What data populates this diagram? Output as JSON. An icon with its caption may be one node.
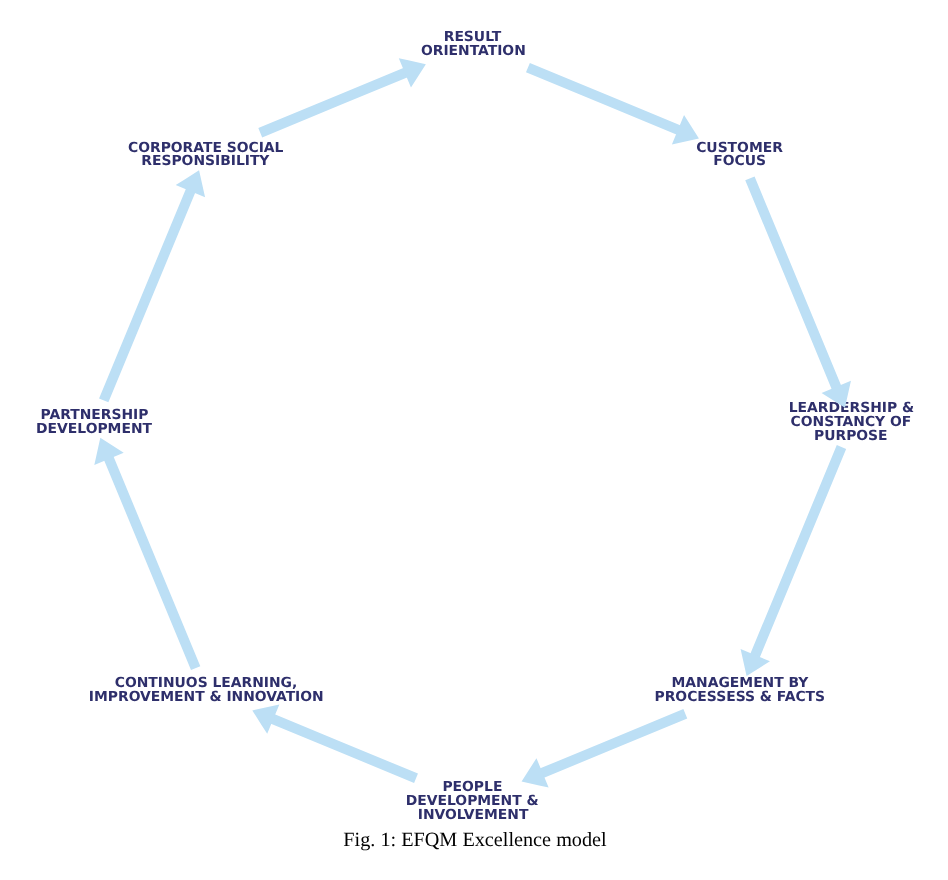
{
  "diagram": {
    "caption": "Fig. 1: EFQM Excellence model",
    "nodes": [
      {
        "text": [
          "RESULT ORIENTATION"
        ]
      },
      {
        "text": [
          "CUSTOMER FOCUS"
        ]
      },
      {
        "text": [
          "LEARDERSHIP & CONSTANCY OF PURPOSE"
        ]
      },
      {
        "text": [
          "MANAGEMENT BY PROCESSESS & FACTS"
        ]
      },
      {
        "text": [
          "PEOPLE DEVELOPMENT & INVOLVEMENT"
        ]
      },
      {
        "text": [
          "CONTINUOS LEARNING, IMPROVEMENT & INNOVATION"
        ]
      },
      {
        "text": [
          "PARTNERSHIP DEVELOPMENT"
        ]
      },
      {
        "text": [
          "CORPORATE SOCIAL RESPONSIBILITY"
        ]
      }
    ],
    "edges": [
      {
        "from": 0,
        "to": 1,
        "arrow": "to"
      },
      {
        "from": 1,
        "to": 2,
        "arrow": "to"
      },
      {
        "from": 2,
        "to": 3,
        "arrow": "to"
      },
      {
        "from": 3,
        "to": 4,
        "arrow": "to"
      },
      {
        "from": 4,
        "to": 5,
        "arrow": "to"
      },
      {
        "from": 5,
        "to": 6,
        "arrow": "to"
      },
      {
        "from": 6,
        "to": 7,
        "arrow": "to"
      },
      {
        "from": 7,
        "to": 0,
        "arrow": "to"
      }
    ]
  }
}
